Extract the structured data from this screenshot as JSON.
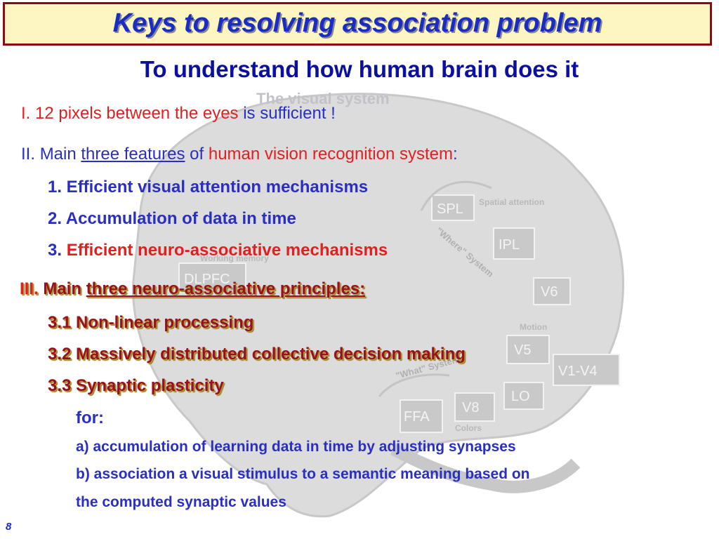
{
  "title": "Keys to resolving association problem",
  "subtitle": "To understand how human brain does it",
  "background_labels": {
    "header": "The visual system",
    "spl": "SPL",
    "spl_note": "Spatial attention",
    "ipl": "IPL",
    "v6": "V6",
    "v5": "V5",
    "v1v4": "V1-V4",
    "lo": "LO",
    "v8": "V8",
    "ffa": "FFA",
    "dlpfc": "DLPFC",
    "motion": "Motion",
    "colors": "Colors",
    "where": "\"Where\" System",
    "what": "\"What\" System",
    "memory": "Working memory"
  },
  "lines": {
    "i_num": "I.",
    "i_a": "12 pixels between the eyes",
    "i_b": "is sufficient !",
    "ii_num": "II.",
    "ii_a": "Main",
    "ii_b": "three features",
    "ii_c": "of",
    "ii_d": "human vision recognition system",
    "ii_e": ":",
    "f1": "1. Efficient visual attention mechanisms",
    "f2": "2. Accumulation of data in time",
    "f3_num": "3.",
    "f3_text": "Efficient neuro-associative mechanisms",
    "iii_num": "III.",
    "iii_a": "Main",
    "iii_b": "three neuro-associative principles:",
    "p31": "3.1 Non-linear processing",
    "p32": "3.2 Massively distributed collective decision making",
    "p33": "3.3 Synaptic plasticity",
    "for": "for:",
    "a": "a) accumulation of learning data in time by adjusting synapses",
    "b1": "b) association a visual stimulus to a semantic meaning based on",
    "b2": "the computed synaptic values"
  },
  "page_number": "8"
}
